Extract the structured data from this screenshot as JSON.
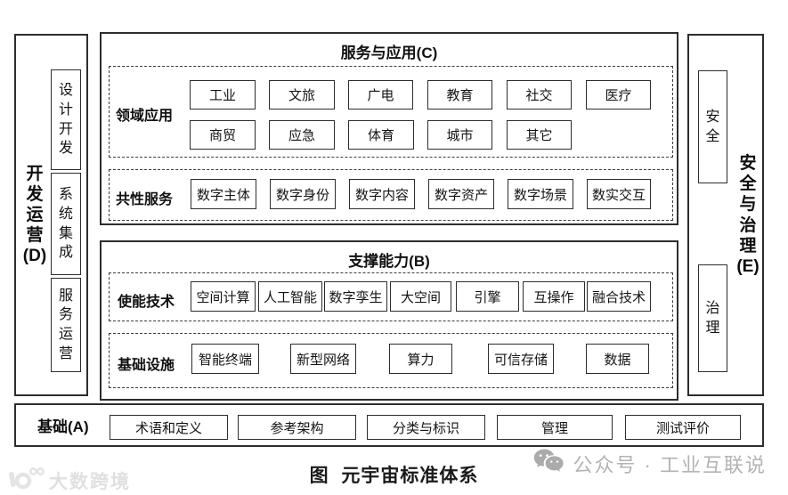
{
  "caption": "图  元宇宙标准体系",
  "left_bar": {
    "label": "开发运营(D)",
    "items": [
      "设计开发",
      "系统集成",
      "服务运营"
    ]
  },
  "right_bar": {
    "label": "安全与治理(E)",
    "items": [
      "安全",
      "治理"
    ]
  },
  "sections": {
    "service": {
      "title": "服务与应用(C)",
      "domain": {
        "label": "领域应用",
        "row1": [
          "工业",
          "文旅",
          "广电",
          "教育",
          "社交",
          "医疗"
        ],
        "row2": [
          "商贸",
          "应急",
          "体育",
          "城市",
          "其它"
        ]
      },
      "common": {
        "label": "共性服务",
        "row": [
          "数字主体",
          "数字身份",
          "数字内容",
          "数字资产",
          "数字场景",
          "数实交互"
        ]
      }
    },
    "support": {
      "title": "支撑能力(B)",
      "enabling": {
        "label": "使能技术",
        "row": [
          "空间计算",
          "人工智能",
          "数字孪生",
          "大空间",
          "引擎",
          "互操作",
          "融合技术"
        ]
      },
      "infra": {
        "label": "基础设施",
        "row": [
          "智能终端",
          "新型网络",
          "算力",
          "可信存储",
          "数据"
        ]
      }
    },
    "foundation": {
      "label": "基础(A)",
      "items": [
        "术语和定义",
        "参考架构",
        "分类与标识",
        "管理",
        "测试评价"
      ]
    }
  },
  "watermarks": {
    "left_text": "大数跨境",
    "right_text": "公众号 · 工业互联说"
  },
  "colors": {
    "border": "#2d2d2d",
    "text": "#111111",
    "watermark_gray": "#b3b3b3",
    "watermark_light": "#e0e0e0"
  }
}
